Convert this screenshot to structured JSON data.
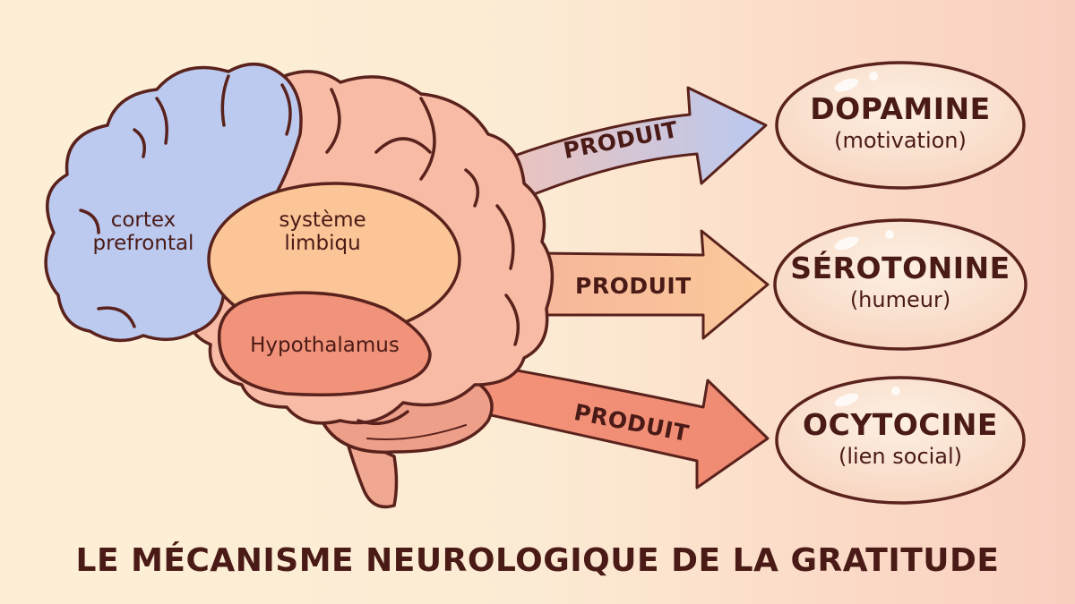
{
  "title": "LE MÉCANISME NEUROLOGIQUE DE LA GRATITUDE",
  "colors": {
    "background_left": "#fdefd6",
    "background_right": "#f9cfc0",
    "outline": "#5a221c",
    "text": "#4a1a16",
    "cortex_fill": "#b9c9f0",
    "brain_fill": "#f6b9a4",
    "limbic_fill": "#fbc597",
    "hypothalamus_fill": "#f0937a",
    "arrow_dopamine": "#b9c9f0",
    "arrow_serotonin": "#fbc597",
    "arrow_oxytocin": "#f0937a",
    "pill_fill": "#fbe3d2"
  },
  "brain": {
    "regions": [
      {
        "id": "cortex",
        "label_line1": "cortex",
        "label_line2": "prefrontal"
      },
      {
        "id": "limbic",
        "label_line1": "système",
        "label_line2": "limbiqu"
      },
      {
        "id": "hypothalamus",
        "label_line1": "Hypothalamus"
      }
    ]
  },
  "arrows": [
    {
      "label": "PRODUIT",
      "target": "dopamine"
    },
    {
      "label": "PRODUIT",
      "target": "serotonine"
    },
    {
      "label": "PRODUIT",
      "target": "ocytocine"
    }
  ],
  "hormones": [
    {
      "name": "DOPAMINE",
      "effect": "(motivation)"
    },
    {
      "name": "SÉROTONINE",
      "effect": "(humeur)"
    },
    {
      "name": "OCYTOCINE",
      "effect": "(lien social)"
    }
  ]
}
